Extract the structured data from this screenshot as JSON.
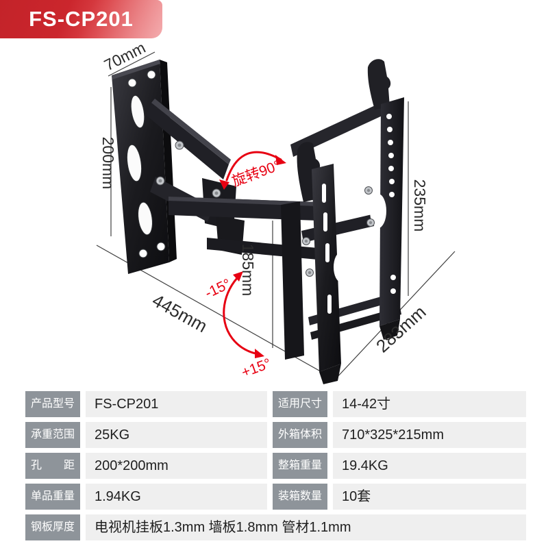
{
  "badge": {
    "model": "FS-CP201"
  },
  "diagram": {
    "annotations": {
      "wall_plate_width": "70mm",
      "wall_plate_height": "200mm",
      "rotate_label": "旋转90°",
      "arm_drop_height": "185mm",
      "bracket_height": "235mm",
      "arm_reach": "445mm",
      "bracket_width": "283mm",
      "tilt_up": "-15°",
      "tilt_down": "+15°"
    },
    "colors": {
      "annotation_red": "#e70012",
      "dimension_line": "#3f3f3f",
      "bracket_black": "#1b1b20"
    }
  },
  "spec_table": {
    "colors": {
      "label_bg": "#8e949a",
      "value_bg": "#efefef",
      "label_text": "#ffffff",
      "value_text": "#1e1e1e",
      "badge_red_dark": "#c32329",
      "badge_red_light": "#ef888b"
    },
    "rows": [
      {
        "label": "产品型号",
        "value": "FS-CP201",
        "label2": "适用尺寸",
        "value2": "14-42寸"
      },
      {
        "label": "承重范围",
        "value": "25KG",
        "label2": "外箱体积",
        "value2": "710*325*215mm"
      },
      {
        "label": "孔　距",
        "value": "200*200mm",
        "label2": "整箱重量",
        "value2": "19.4KG"
      },
      {
        "label": "单品重量",
        "value": "1.94KG",
        "label2": "装箱数量",
        "value2": "10套"
      },
      {
        "label": "钢板厚度",
        "value": "电视机挂板1.3mm 墙板1.8mm 管材1.1mm"
      }
    ]
  }
}
